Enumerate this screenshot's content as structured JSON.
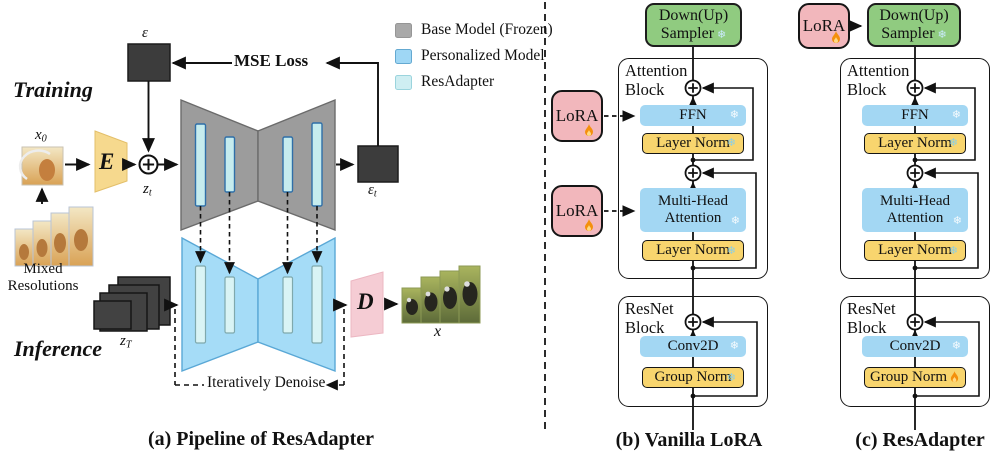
{
  "colors": {
    "base_model_gray": "#9c9c9c",
    "personalized_blue": "#a5dcf7",
    "resadapter_cyan": "#d9f4f5",
    "lora_pink": "#f2b7bc",
    "sampler_green": "#90cb80",
    "norm_yellow": "#f8d56e",
    "module_blue": "#a3d7f3",
    "noise_dark": "#3c3c3c",
    "encoder_yellow": "#f6d98e",
    "decoder_pink": "#f5ccd4"
  },
  "legend": {
    "items": [
      {
        "label": "Base Model (Frozen)",
        "color": "#a9a9a9"
      },
      {
        "label": "Personalized Model",
        "color": "#9fd7f5"
      },
      {
        "label": "ResAdapter",
        "color": "#cfeef2"
      }
    ]
  },
  "panel_a": {
    "training_label": "Training",
    "inference_label": "Inference",
    "x0_base": "x",
    "x0_sub": "0",
    "epsilon": "ε",
    "epsilon_t_base": "ε",
    "epsilon_t_sub": "t",
    "z_t_base": "z",
    "z_t_sub": "t",
    "z_T_base": "z",
    "z_T_sub": "T",
    "encoder_label": "E",
    "decoder_label": "D",
    "output_label": "x",
    "mse_loss_label": "MSE Loss",
    "mixed_line1": "Mixed",
    "mixed_line2": "Resolutions",
    "denoise_label": "Iteratively Denoise",
    "caption": "(a) Pipeline of ResAdapter"
  },
  "panel_b": {
    "caption": "(b) Vanilla LoRA",
    "sampler_line1": "Down(Up)",
    "sampler_line2": "Sampler",
    "attention_line1": "Attention",
    "attention_line2": "Block",
    "resnet_line1": "ResNet",
    "resnet_line2": "Block",
    "ffn_label": "FFN",
    "layer_norm_label": "Layer Norm",
    "mha_line1": "Multi-Head",
    "mha_line2": "Attention",
    "conv_label": "Conv2D",
    "group_norm_label": "Group Norm",
    "lora_label": "LoRA"
  },
  "panel_c": {
    "caption": "(c) ResAdapter",
    "sampler_line1": "Down(Up)",
    "sampler_line2": "Sampler",
    "attention_line1": "Attention",
    "attention_line2": "Block",
    "resnet_line1": "ResNet",
    "resnet_line2": "Block",
    "ffn_label": "FFN",
    "layer_norm_label": "Layer Norm",
    "mha_line1": "Multi-Head",
    "mha_line2": "Attention",
    "conv_label": "Conv2D",
    "group_norm_label": "Group Norm",
    "lora_label": "LoRA"
  },
  "icons": {
    "snowflake": "❄",
    "fire": "🔥"
  }
}
